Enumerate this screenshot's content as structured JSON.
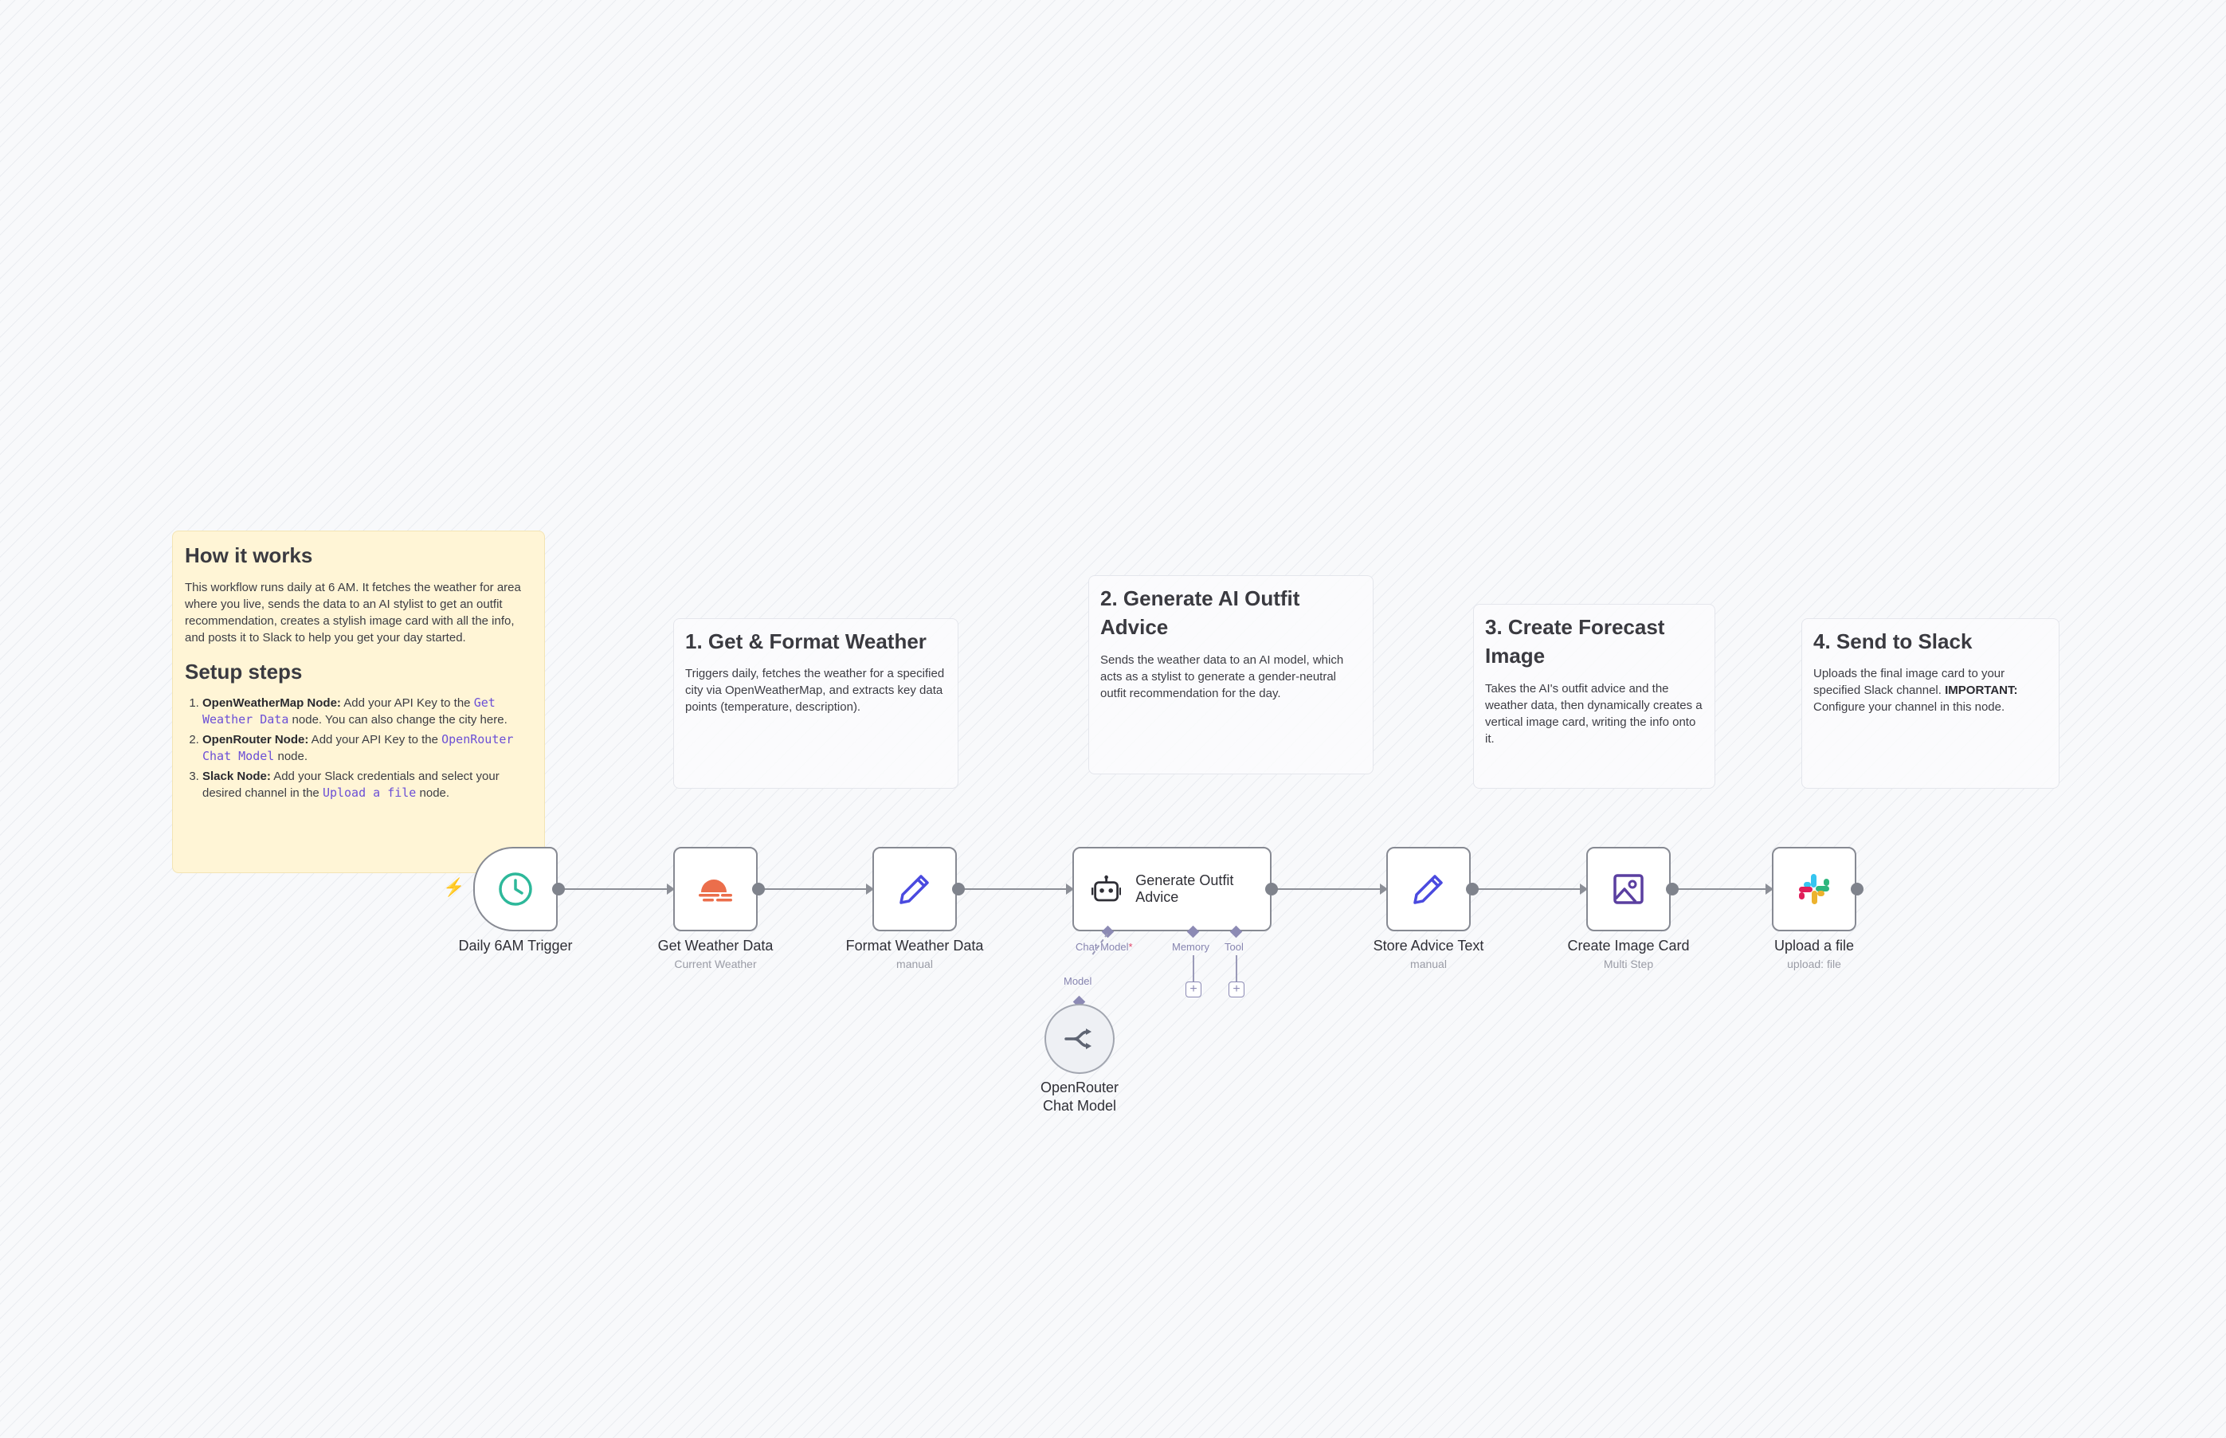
{
  "sticky_notes": {
    "how_it_works": {
      "title": "How it works",
      "body": "This workflow runs daily at 6 AM. It fetches the weather for area where you live, sends the data to an AI stylist to get an outfit recommendation, creates a stylish image card with all the info, and posts it to Slack to help you get your day started.",
      "setup_title": "Setup steps",
      "steps": [
        {
          "bold": "OpenWeatherMap Node:",
          "pre": " Add your API Key to the ",
          "code": "Get Weather Data",
          "post": " node. You can also change the city here."
        },
        {
          "bold": "OpenRouter Node:",
          "pre": " Add your API Key to the ",
          "code": "OpenRouter Chat Model",
          "post": " node."
        },
        {
          "bold": "Slack Node:",
          "pre": " Add your Slack credentials and select your desired channel in the ",
          "code": "Upload a file",
          "post": " node."
        }
      ]
    },
    "step1": {
      "title": "1. Get & Format Weather",
      "body": "Triggers daily, fetches the weather for a specified city via OpenWeatherMap, and extracts key data points (temperature, description)."
    },
    "step2": {
      "title": "2. Generate AI Outfit Advice",
      "body": "Sends the weather data to an AI model, which acts as a stylist to generate a gender-neutral outfit recommendation for the day."
    },
    "step3": {
      "title": "3. Create Forecast Image",
      "body": "Takes the AI's outfit advice and the weather data, then dynamically creates a vertical image card, writing the info onto it."
    },
    "step4": {
      "title": "4. Send to Slack",
      "body_pre": "Uploads the final image card to your specified Slack channel. ",
      "body_bold": "IMPORTANT:",
      "body_post": " Configure your channel in this node."
    }
  },
  "nodes": {
    "trigger": {
      "name": "Daily 6AM Trigger",
      "icon": "clock-icon",
      "color": "#2db89a"
    },
    "get_weather": {
      "name": "Get Weather Data",
      "subtitle": "Current Weather",
      "icon": "weather-sun-icon",
      "color": "#eb6e4b"
    },
    "format_weather": {
      "name": "Format Weather Data",
      "subtitle": "manual",
      "icon": "pencil-icon",
      "color": "#4a4adf"
    },
    "agent": {
      "name": "Generate Outfit Advice",
      "icon": "robot-icon",
      "ports": {
        "chat_model": "Chat Model",
        "required": "*",
        "memory": "Memory",
        "tool": "Tool"
      }
    },
    "openrouter": {
      "name": "OpenRouter Chat Model",
      "port_label": "Model",
      "icon": "openrouter-icon"
    },
    "store_advice": {
      "name": "Store Advice Text",
      "subtitle": "manual",
      "icon": "pencil-icon",
      "color": "#4a4adf"
    },
    "image_card": {
      "name": "Create Image Card",
      "subtitle": "Multi Step",
      "icon": "image-icon",
      "color": "#5a3fa0"
    },
    "upload": {
      "name": "Upload a file",
      "subtitle": "upload: file",
      "icon": "slack-icon"
    }
  },
  "colors": {
    "canvas": "#f8f9fb",
    "sticky_yellow": "#fff5d6",
    "connector": "#8c8f97",
    "port": "#8c8ab4"
  }
}
